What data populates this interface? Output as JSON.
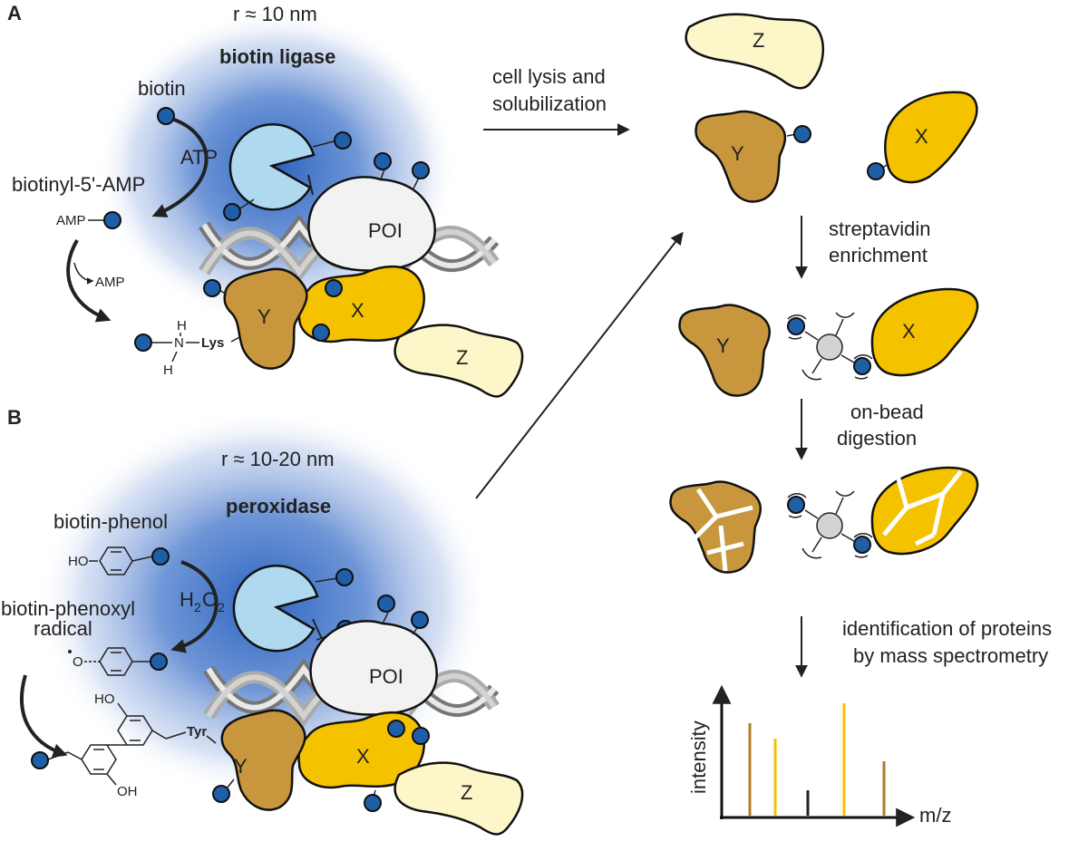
{
  "panels": {
    "a": "A",
    "b": "B"
  },
  "panel_a": {
    "radius": "r ≈ 10 nm",
    "enzyme": "biotin ligase",
    "biotin": "biotin",
    "atp": "ATP",
    "intermediate": "biotinyl-5'-AMP",
    "amp_tag": "AMP",
    "amp_release": "AMP",
    "lys": "Lys",
    "nh_n": "N",
    "nh_h1": "H",
    "nh_h2": "H",
    "poi": "POI",
    "x": "X",
    "y": "Y",
    "z": "Z"
  },
  "panel_b": {
    "radius": "r ≈ 10-20 nm",
    "enzyme": "peroxidase",
    "substrate": "biotin-phenol",
    "h2o2_h": "H",
    "h2o2_2a": "2",
    "h2o2_o": "O",
    "h2o2_2b": "2",
    "radical_line1": "biotin-phenoxyl",
    "radical_line2": "radical",
    "ho": "HO",
    "ho_top": "HO",
    "oh_bottom": "OH",
    "o_radical": "O",
    "tyr": "Tyr",
    "poi": "POI",
    "x": "X",
    "y": "Y",
    "z": "Z"
  },
  "workflow": {
    "step1_line1": "cell lysis and",
    "step1_line2": "solubilization",
    "step2_line1": "streptavidin",
    "step2_line2": "enrichment",
    "step3_line1": "on-bead",
    "step3_line2": "digestion",
    "step4_line1": "identification of proteins",
    "step4_line2": "by mass spectrometry",
    "x_label": "X",
    "y_label": "Y",
    "z_label": "Z",
    "x_label2": "X",
    "y_label2": "Y"
  },
  "spectrum": {
    "x_axis_label": "m/z",
    "y_axis_label": "intensity"
  },
  "colors": {
    "biotin": "#1f5fa8",
    "protein_x": "#f5c200",
    "protein_y": "#c8963c",
    "protein_z": "#fdf6c8",
    "enzyme": "#aed9ef",
    "poi": "#f2f2f2",
    "halo": "#3a73c9",
    "bead": "#d3d3d3"
  }
}
